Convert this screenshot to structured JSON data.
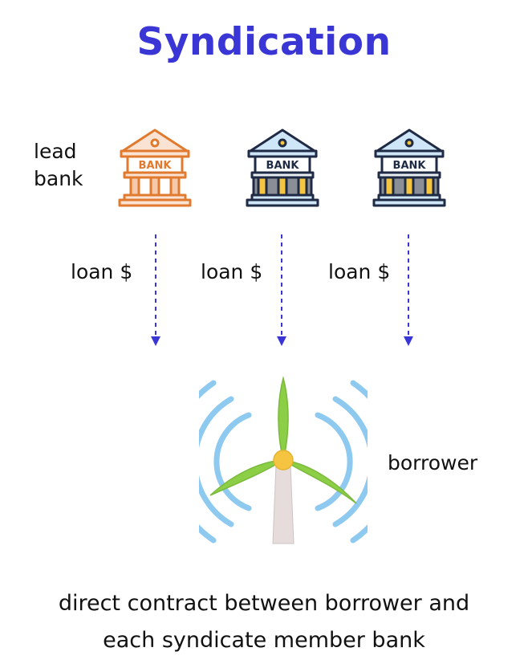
{
  "title": "Syndication",
  "lead_label": [
    "lead",
    "bank"
  ],
  "banks": [
    {
      "sign": "BANK",
      "icon": "bank-building-icon",
      "role": "lead"
    },
    {
      "sign": "BANK",
      "icon": "bank-building-icon",
      "role": "member"
    },
    {
      "sign": "BANK",
      "icon": "bank-building-icon",
      "role": "member"
    }
  ],
  "loan_labels": [
    "loan $",
    "loan $",
    "loan $"
  ],
  "borrower": {
    "label": "borrower",
    "icon": "wind-turbine-icon"
  },
  "caption": [
    "direct contract between borrower and",
    "each syndicate member bank"
  ],
  "colors": {
    "title": "#3a36d6",
    "arrow": "#3a36d6",
    "lead_bank_stroke": "#e07a2e",
    "lead_bank_fill": "#fbe3d4",
    "member_bank_stroke": "#1f2a44",
    "member_bank_roof": "#cfe6f8",
    "member_bank_columns": "#f5c542",
    "member_bank_body": "#e9eef3",
    "turbine_blade": "#8ccf47",
    "turbine_hub": "#f5c542",
    "turbine_tower": "#e6dcdc",
    "waves": "#8ec9f0"
  }
}
